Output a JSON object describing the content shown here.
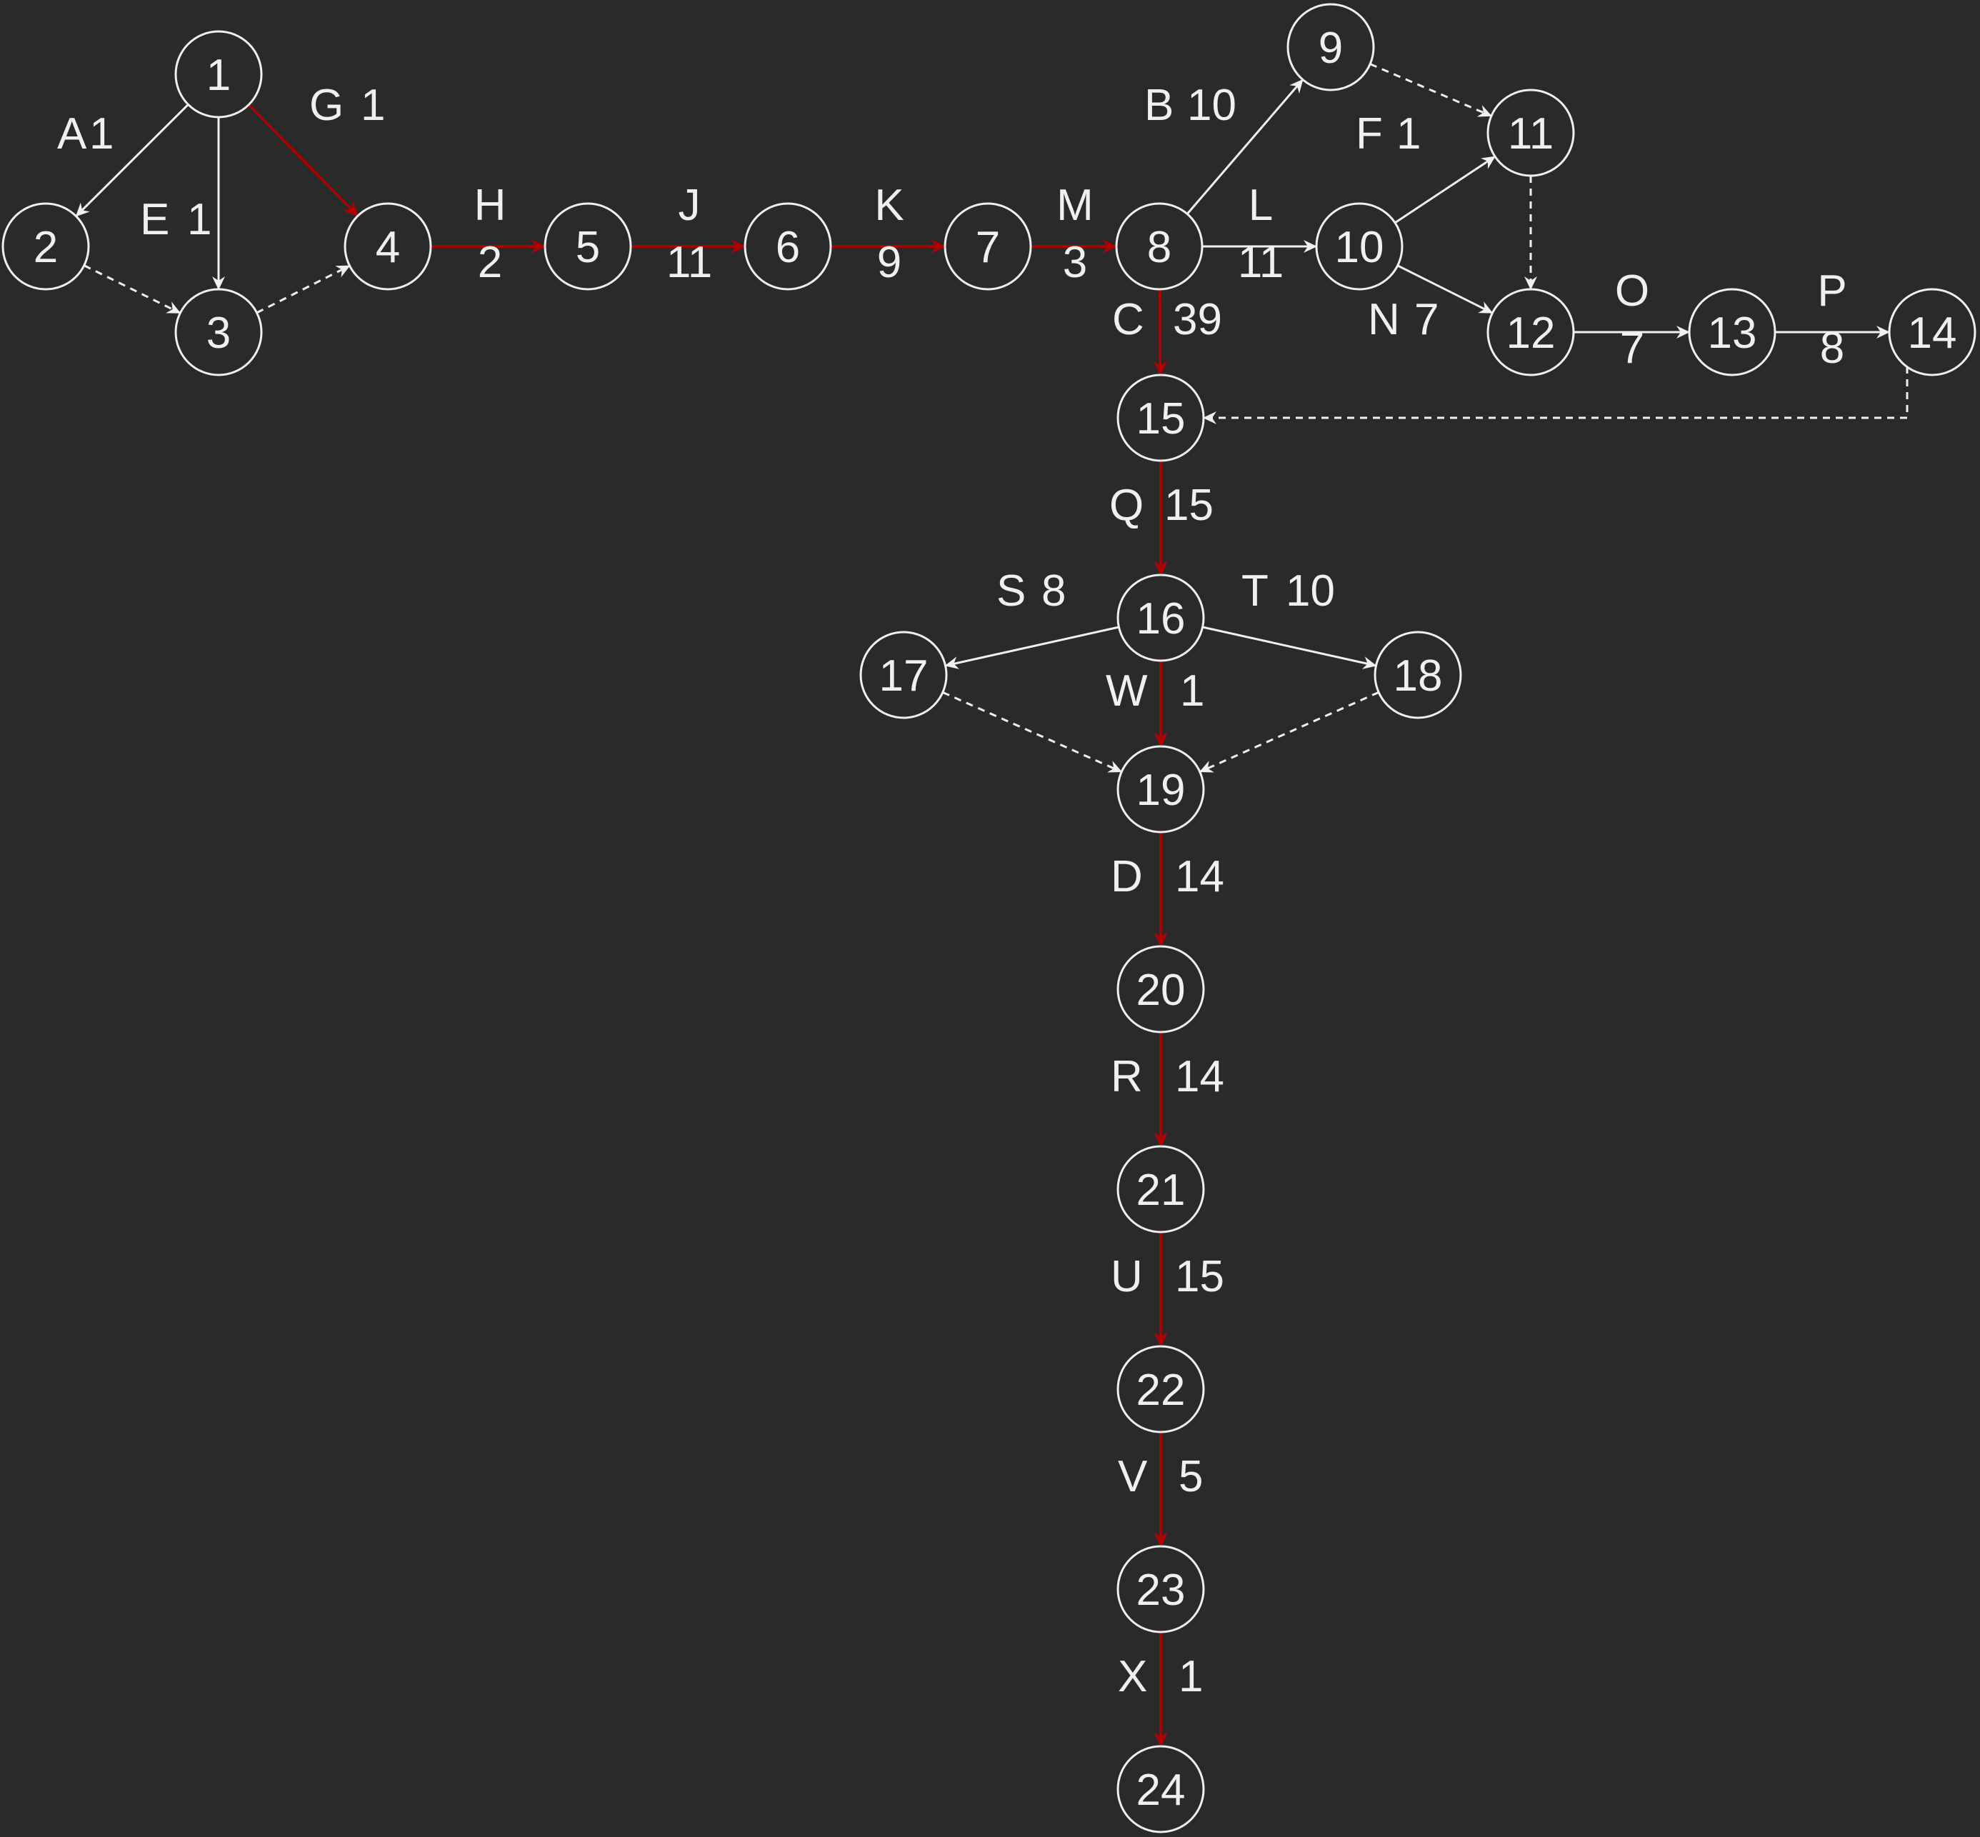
{
  "colors": {
    "background": "#2a2a2a",
    "line": "#f0f0f0",
    "critical": "#b30000",
    "text": "#f0f0f0"
  },
  "nodes": [
    {
      "id": "1",
      "label": "1"
    },
    {
      "id": "2",
      "label": "2"
    },
    {
      "id": "3",
      "label": "3"
    },
    {
      "id": "4",
      "label": "4"
    },
    {
      "id": "5",
      "label": "5"
    },
    {
      "id": "6",
      "label": "6"
    },
    {
      "id": "7",
      "label": "7"
    },
    {
      "id": "8",
      "label": "8"
    },
    {
      "id": "9",
      "label": "9"
    },
    {
      "id": "10",
      "label": "10"
    },
    {
      "id": "11",
      "label": "11"
    },
    {
      "id": "12",
      "label": "12"
    },
    {
      "id": "13",
      "label": "13"
    },
    {
      "id": "14",
      "label": "14"
    },
    {
      "id": "15",
      "label": "15"
    },
    {
      "id": "16",
      "label": "16"
    },
    {
      "id": "17",
      "label": "17"
    },
    {
      "id": "18",
      "label": "18"
    },
    {
      "id": "19",
      "label": "19"
    },
    {
      "id": "20",
      "label": "20"
    },
    {
      "id": "21",
      "label": "21"
    },
    {
      "id": "22",
      "label": "22"
    },
    {
      "id": "23",
      "label": "23"
    },
    {
      "id": "24",
      "label": "24"
    }
  ],
  "edges": [
    {
      "id": "A",
      "from": "1",
      "to": "2",
      "activity": "A",
      "duration": "1",
      "style": "normal"
    },
    {
      "id": "E",
      "from": "1",
      "to": "3",
      "activity": "E",
      "duration": "1",
      "style": "normal"
    },
    {
      "id": "G",
      "from": "1",
      "to": "4",
      "activity": "G",
      "duration": "1",
      "style": "critical"
    },
    {
      "id": "d2-3",
      "from": "2",
      "to": "3",
      "activity": "",
      "duration": "",
      "style": "dummy"
    },
    {
      "id": "d3-4",
      "from": "3",
      "to": "4",
      "activity": "",
      "duration": "",
      "style": "dummy"
    },
    {
      "id": "H",
      "from": "4",
      "to": "5",
      "activity": "H",
      "duration": "2",
      "style": "critical"
    },
    {
      "id": "J",
      "from": "5",
      "to": "6",
      "activity": "J",
      "duration": "11",
      "style": "critical"
    },
    {
      "id": "K",
      "from": "6",
      "to": "7",
      "activity": "K",
      "duration": "9",
      "style": "critical"
    },
    {
      "id": "M",
      "from": "7",
      "to": "8",
      "activity": "M",
      "duration": "3",
      "style": "critical"
    },
    {
      "id": "B",
      "from": "8",
      "to": "9",
      "activity": "B",
      "duration": "10",
      "style": "normal"
    },
    {
      "id": "L",
      "from": "8",
      "to": "10",
      "activity": "L",
      "duration": "11",
      "style": "normal"
    },
    {
      "id": "C",
      "from": "8",
      "to": "15",
      "activity": "C",
      "duration": "39",
      "style": "critical"
    },
    {
      "id": "d9-11",
      "from": "9",
      "to": "11",
      "activity": "",
      "duration": "",
      "style": "dummy"
    },
    {
      "id": "F",
      "from": "10",
      "to": "11",
      "activity": "F",
      "duration": "1",
      "style": "normal"
    },
    {
      "id": "N",
      "from": "10",
      "to": "12",
      "activity": "N",
      "duration": "7",
      "style": "normal"
    },
    {
      "id": "d11-12",
      "from": "11",
      "to": "12",
      "activity": "",
      "duration": "",
      "style": "dummy"
    },
    {
      "id": "O",
      "from": "12",
      "to": "13",
      "activity": "O",
      "duration": "7",
      "style": "normal"
    },
    {
      "id": "P",
      "from": "13",
      "to": "14",
      "activity": "P",
      "duration": "8",
      "style": "normal"
    },
    {
      "id": "d14-15",
      "from": "14",
      "to": "15",
      "activity": "",
      "duration": "",
      "style": "dummy"
    },
    {
      "id": "Q",
      "from": "15",
      "to": "16",
      "activity": "Q",
      "duration": "15",
      "style": "critical"
    },
    {
      "id": "S",
      "from": "16",
      "to": "17",
      "activity": "S",
      "duration": "8",
      "style": "normal"
    },
    {
      "id": "T",
      "from": "16",
      "to": "18",
      "activity": "T",
      "duration": "10",
      "style": "normal"
    },
    {
      "id": "W",
      "from": "16",
      "to": "19",
      "activity": "W",
      "duration": "1",
      "style": "critical"
    },
    {
      "id": "d17-19",
      "from": "17",
      "to": "19",
      "activity": "",
      "duration": "",
      "style": "dummy"
    },
    {
      "id": "d18-19",
      "from": "18",
      "to": "19",
      "activity": "",
      "duration": "",
      "style": "dummy"
    },
    {
      "id": "D",
      "from": "19",
      "to": "20",
      "activity": "D",
      "duration": "14",
      "style": "critical"
    },
    {
      "id": "R",
      "from": "20",
      "to": "21",
      "activity": "R",
      "duration": "14",
      "style": "critical"
    },
    {
      "id": "U",
      "from": "21",
      "to": "22",
      "activity": "U",
      "duration": "15",
      "style": "critical"
    },
    {
      "id": "V",
      "from": "22",
      "to": "23",
      "activity": "V",
      "duration": "5",
      "style": "critical"
    },
    {
      "id": "X",
      "from": "23",
      "to": "24",
      "activity": "X",
      "duration": "1",
      "style": "critical"
    }
  ]
}
